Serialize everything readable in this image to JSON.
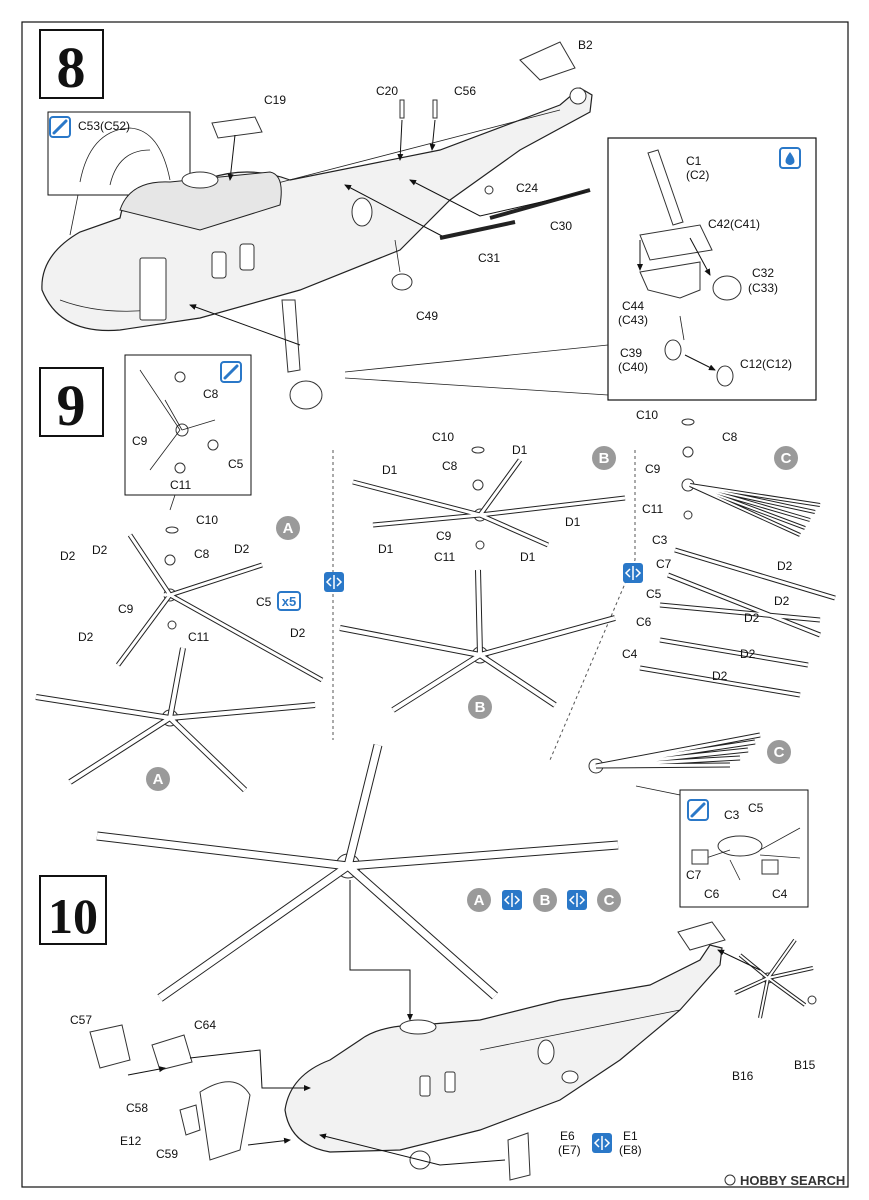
{
  "steps": [
    {
      "number": "8"
    },
    {
      "number": "9"
    },
    {
      "number": "10"
    }
  ],
  "labels": {
    "s8": [
      "B2",
      "C19",
      "C20",
      "C56",
      "C53(C52)",
      "C1",
      "(C2)",
      "C24",
      "C30",
      "C31",
      "C49",
      "C42(C41)",
      "C32",
      "(C33)",
      "C44",
      "(C43)",
      "C39",
      "(C40)",
      "C12(C12)"
    ],
    "s9_detail": [
      "C8",
      "C9",
      "C5",
      "C11"
    ],
    "s9_a": [
      "C10",
      "D2",
      "C8",
      "D2",
      "D2",
      "C9",
      "C5",
      "D2",
      "C11",
      "D2"
    ],
    "s9_b": [
      "C10",
      "D1",
      "C8",
      "D1",
      "C9",
      "D1",
      "D1",
      "C11",
      "D1"
    ],
    "s9_c": [
      "C10",
      "C8",
      "C9",
      "C11",
      "C3",
      "D2",
      "C7",
      "D2",
      "C5",
      "D2",
      "C6",
      "D2",
      "C4",
      "D2"
    ],
    "s9_c_detail": [
      "C3",
      "C5",
      "C7",
      "C6",
      "C4"
    ],
    "s10": [
      "C57",
      "C64",
      "C58",
      "E12",
      "C59",
      "E6",
      "(E7)",
      "E1",
      "(E8)",
      "B16",
      "B15"
    ]
  },
  "badges": {
    "a": "A",
    "b": "B",
    "c": "C",
    "x5": "x5"
  },
  "watermark": "HOBBY SEARCH",
  "colors": {
    "accent_blue": "#2a78c8",
    "badge_gray": "#9a9a9a",
    "line": "#111111"
  },
  "icons": [
    "paint-icon",
    "drop-icon",
    "mirror-icon"
  ]
}
